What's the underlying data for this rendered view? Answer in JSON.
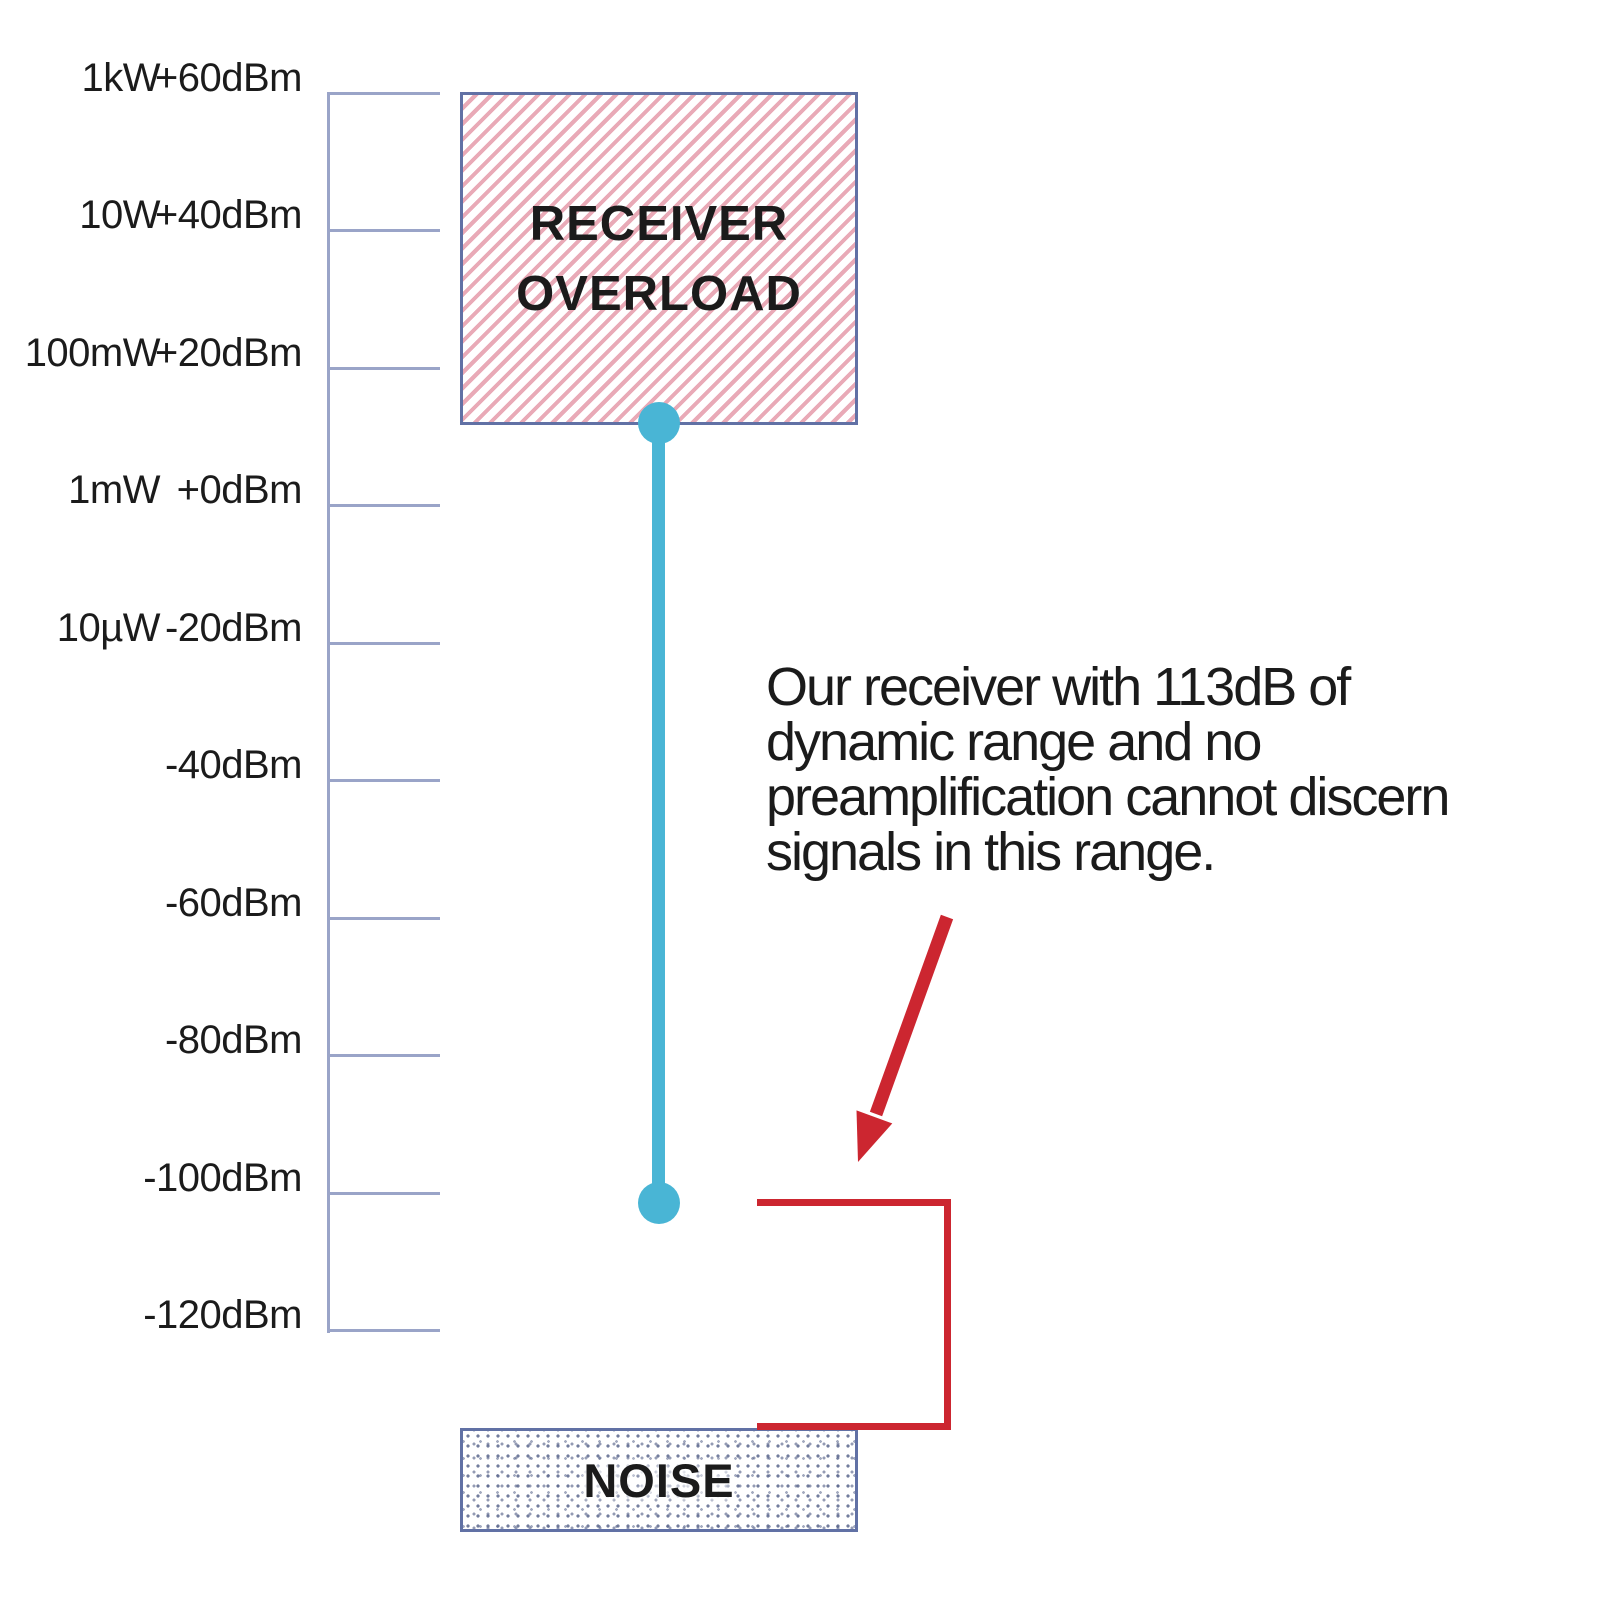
{
  "scale": {
    "ticks": [
      {
        "power": "1kW",
        "dbm": "+60dBm"
      },
      {
        "power": "10W",
        "dbm": "+40dBm"
      },
      {
        "power": "100mW",
        "dbm": "+20dBm"
      },
      {
        "power": "1mW",
        "dbm": "+0dBm"
      },
      {
        "power": "10µW",
        "dbm": "-20dBm"
      },
      {
        "power": "",
        "dbm": "-40dBm"
      },
      {
        "power": "",
        "dbm": "-60dBm"
      },
      {
        "power": "",
        "dbm": "-80dBm"
      },
      {
        "power": "",
        "dbm": "-100dBm"
      },
      {
        "power": "",
        "dbm": "-120dBm"
      }
    ]
  },
  "boxes": {
    "overload": {
      "line1": "RECEIVER",
      "line2": "OVERLOAD"
    },
    "noise": {
      "label": "NOISE"
    }
  },
  "annotation": {
    "lines": [
      "Our receiver with 113dB of",
      "dynamic range and no",
      "preamplification cannot discern",
      "signals in this range."
    ]
  },
  "colors": {
    "stripe_pink": "#e9aab7",
    "box_border": "#6171a5",
    "axis": "#9aa4c8",
    "dynamic_range_blue": "#49b5d5",
    "arrow_red": "#cc2630",
    "text": "#1b1b1b"
  }
}
